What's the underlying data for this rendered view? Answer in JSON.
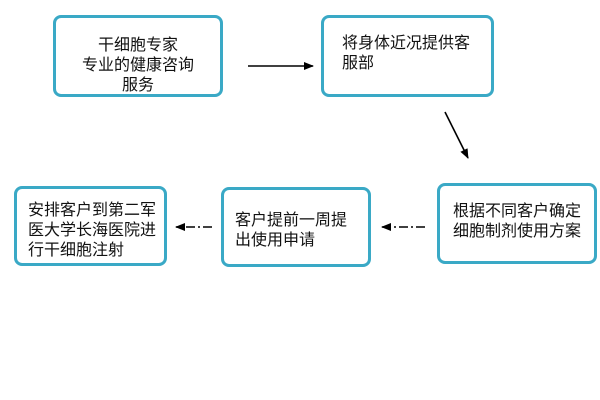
{
  "nodes": [
    {
      "id": "n1",
      "lines": [
        "干细胞专家",
        "专业的健康咨询",
        "服务"
      ]
    },
    {
      "id": "n2",
      "lines": [
        "将身体近况提供客",
        "服部"
      ]
    },
    {
      "id": "n3",
      "lines": [
        "根据不同客户确定",
        "细胞制剂使用方案"
      ]
    },
    {
      "id": "n4",
      "lines": [
        "客户提前一周提",
        "出使用申请"
      ]
    },
    {
      "id": "n5",
      "lines": [
        "安排客户到第二军",
        "医大学长海医院进",
        "行干细胞注射"
      ]
    }
  ],
  "edges": [
    {
      "from": "n1",
      "to": "n2"
    },
    {
      "from": "n2",
      "to": "n3"
    },
    {
      "from": "n3",
      "to": "n4"
    },
    {
      "from": "n4",
      "to": "n5"
    }
  ],
  "colors": {
    "box_border": "#3aa9c6",
    "text": "#111111",
    "arrow": "#000000"
  }
}
